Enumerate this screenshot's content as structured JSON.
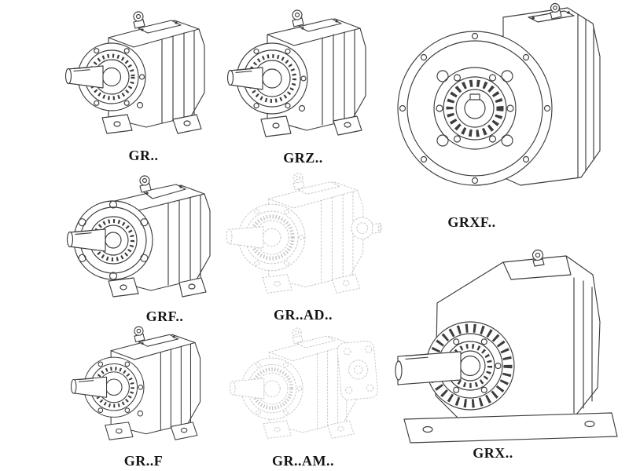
{
  "colors": {
    "line": "#3d3d3d",
    "ghost_line": "#c6c6c6",
    "background": "#ffffff",
    "label": "#141414"
  },
  "models": {
    "gr": {
      "label": "GR..",
      "drawn_style": "solid"
    },
    "grz": {
      "label": "GRZ..",
      "drawn_style": "solid"
    },
    "grxf": {
      "label": "GRXF..",
      "drawn_style": "solid"
    },
    "grf": {
      "label": "GRF..",
      "drawn_style": "solid"
    },
    "grad": {
      "label": "GR..AD..",
      "drawn_style": "ghost"
    },
    "grf_foot": {
      "label": "GR..F",
      "drawn_style": "solid"
    },
    "gram": {
      "label": "GR..AM..",
      "drawn_style": "ghost"
    },
    "grx": {
      "label": "GRX..",
      "drawn_style": "solid"
    }
  }
}
